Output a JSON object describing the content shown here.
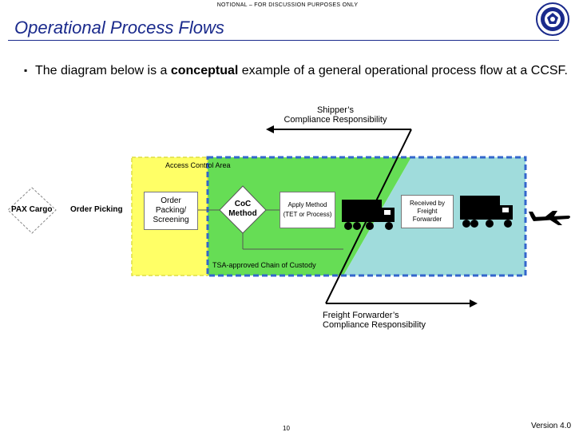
{
  "header": {
    "notional": "NOTIONAL – FOR DISCUSSION PURPOSES ONLY",
    "title": "Operational Process Flows"
  },
  "bullet": {
    "prefix": "The diagram below is a ",
    "bold": "conceptual",
    "suffix": " example of a general operational process flow at a CCSF."
  },
  "diagram": {
    "shipper_responsibility": [
      "Shipper’s",
      "Compliance Responsibility"
    ],
    "forwarder_responsibility": [
      "Freight Forwarder’s",
      "Compliance Responsibility"
    ],
    "access_control_area": "Access Control Area",
    "chain_of_custody": "TSA-approved Chain of Custody",
    "pax_cargo": "PAX Cargo",
    "order_picking": "Order Picking",
    "order_packing": [
      "Order",
      "Packing/",
      "Screening"
    ],
    "coc_method": [
      "CoC",
      "Method"
    ],
    "apply_method": [
      "Apply Method",
      "(TET or Process)"
    ],
    "received_by": [
      "Received by",
      "Freight",
      "Forwarder"
    ],
    "colors": {
      "yellow_zone": "#ffff66",
      "green_zone": "#66dd55",
      "blue_zone": "#a0dcdc",
      "dashed_border": "#3366cc",
      "title_blue": "#1a2a8c"
    }
  },
  "footer": {
    "page_number": "10",
    "version": "Version 4.0"
  }
}
